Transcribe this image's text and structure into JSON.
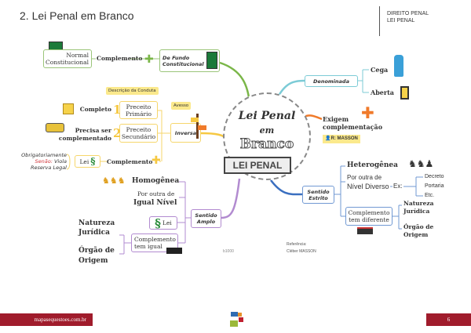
{
  "header": {
    "title": "2. Lei Penal em Branco",
    "subject": "DIREITO PENAL",
    "topic": "LEI PENAL"
  },
  "center": {
    "line1": "Lei Penal",
    "line2": "em",
    "line3": "Branco",
    "banner": "LEI PENAL"
  },
  "left_top": {
    "normal": [
      "Normal",
      "Constitucional"
    ],
    "complemento": "Complemento",
    "fundo": [
      "De Fundo",
      "Constitucional"
    ]
  },
  "inversa": {
    "descricao": "Descrição da Conduta",
    "primario": [
      "Preceito",
      "Primário"
    ],
    "num1": "1",
    "completo": "Completo",
    "secundario": [
      "Preceito",
      "Secundário"
    ],
    "num2": "2",
    "precisa": [
      "Precisa ser",
      "complementado"
    ],
    "label": "Inversa",
    "avesso": "Avesso",
    "obrig": "Obrigatoriamente",
    "senao": "Senão:",
    "viola": "Viola",
    "reserva": "Reserva Legal",
    "lei": "Lei",
    "complemento": "Complemento"
  },
  "amplo": {
    "label": [
      "Sentido",
      "Amplo"
    ],
    "homogenea": "Homogênea",
    "por_outra": "Por outra de",
    "igual": "Igual Nível",
    "lei": "Lei",
    "comp": [
      "Complemento",
      "tem igual"
    ],
    "natureza": [
      "Natureza",
      "Jurídica"
    ],
    "orgao": [
      "Órgão de",
      "Origem"
    ]
  },
  "denominada": {
    "label": "Denominada",
    "cega": "Cega",
    "aberta": "Aberta"
  },
  "exigem": {
    "text": [
      "Exigem",
      "complementação"
    ],
    "ref": "R: MASSON"
  },
  "estrito": {
    "label": [
      "Sentido",
      "Estrito"
    ],
    "heterogenea": "Heterogênea",
    "por_outra": "Por outra de",
    "diverso": "Nível Diverso",
    "ex": "Ex:",
    "exemplos": [
      "Decreto",
      "Portaria",
      "Etc."
    ],
    "comp": [
      "Complemento",
      "tem diferente"
    ],
    "natureza": [
      "Natureza",
      "Jurídica"
    ],
    "orgao": [
      "Órgão de",
      "Origem"
    ]
  },
  "code": "b1000",
  "reference": {
    "label": "Referência:",
    "author": "Cléber MASSON"
  },
  "footer": {
    "site": "mapasequestoes.com.br",
    "page": "6"
  },
  "colors": {
    "brand_red": "#a01c2c",
    "green": "#7ab648",
    "cyan": "#7ccbd6",
    "orange": "#f07a2a",
    "blue": "#3a6fc0",
    "purple": "#b28bd0",
    "yellow": "#f6c842"
  }
}
